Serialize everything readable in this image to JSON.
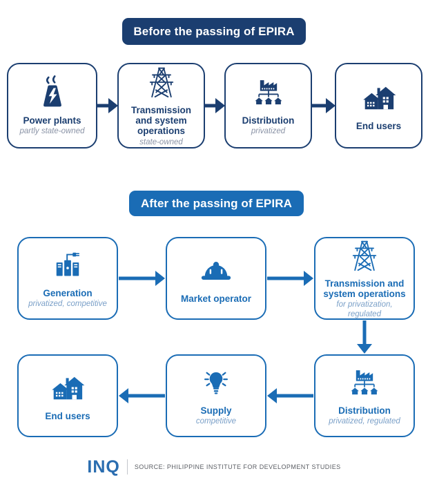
{
  "colors": {
    "navy": "#1b3e70",
    "blue": "#1a6cb5",
    "subtitle_before": "#8a93a6",
    "subtitle_after": "#7ba0c8",
    "logo_blue": "#2a6db0",
    "source_gray": "#5a5d63",
    "divider_gray": "#c3c6cb"
  },
  "before": {
    "banner": "Before the passing of EPIRA",
    "boxes": [
      {
        "label": "Power plants",
        "subtitle": "partly state-owned",
        "icon": "power-plant-icon"
      },
      {
        "label": "Transmission and system operations",
        "subtitle": "state-owned",
        "icon": "transmission-tower-icon"
      },
      {
        "label": "Distribution",
        "subtitle": "privatized",
        "icon": "distribution-network-icon"
      },
      {
        "label": "End users",
        "subtitle": "",
        "icon": "house-icon"
      }
    ]
  },
  "after": {
    "banner": "After the passing of EPIRA",
    "boxes": [
      {
        "label": "Generation",
        "subtitle": "privatized, competitive",
        "icon": "generator-plug-icon"
      },
      {
        "label": "Market operator",
        "subtitle": "",
        "icon": "hard-hat-icon"
      },
      {
        "label": "Transmission and system operations",
        "subtitle": "for privatization, regulated",
        "icon": "transmission-tower-icon"
      },
      {
        "label": "Distribution",
        "subtitle": "privatized, regulated",
        "icon": "distribution-network-icon"
      },
      {
        "label": "Supply",
        "subtitle": "competitive",
        "icon": "light-bulb-icon"
      },
      {
        "label": "End users",
        "subtitle": "",
        "icon": "house-icon"
      }
    ]
  },
  "footer": {
    "logo": "INQ",
    "source": "SOURCE: PHILIPPINE INSTITUTE FOR DEVELOPMENT STUDIES"
  }
}
